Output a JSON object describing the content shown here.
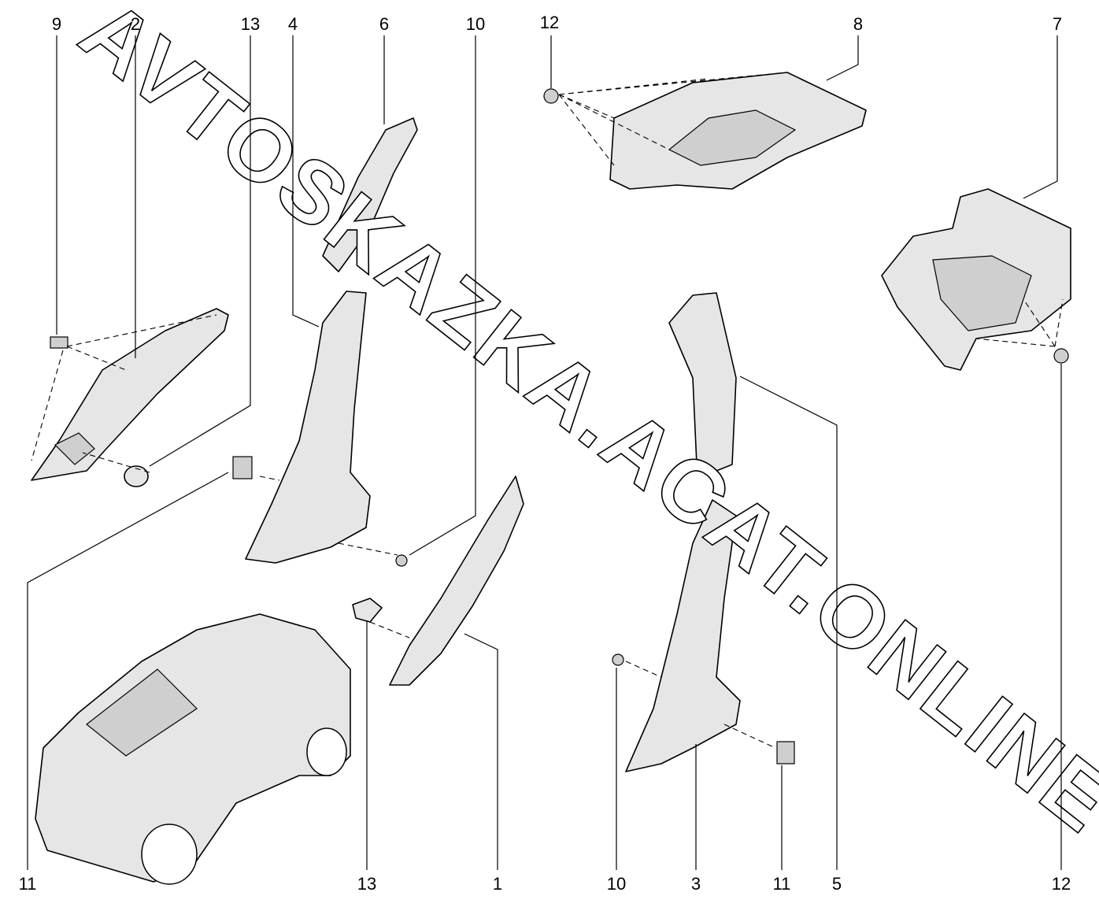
{
  "diagram": {
    "watermark": "AVTOSKAZKA.ACAT.ONLINE",
    "top_labels": [
      "9",
      "2",
      "13",
      "4",
      "6",
      "10",
      "12",
      "8",
      "7"
    ],
    "bottom_labels": [
      "11",
      "13",
      "1",
      "10",
      "3",
      "11",
      "5",
      "12"
    ]
  }
}
